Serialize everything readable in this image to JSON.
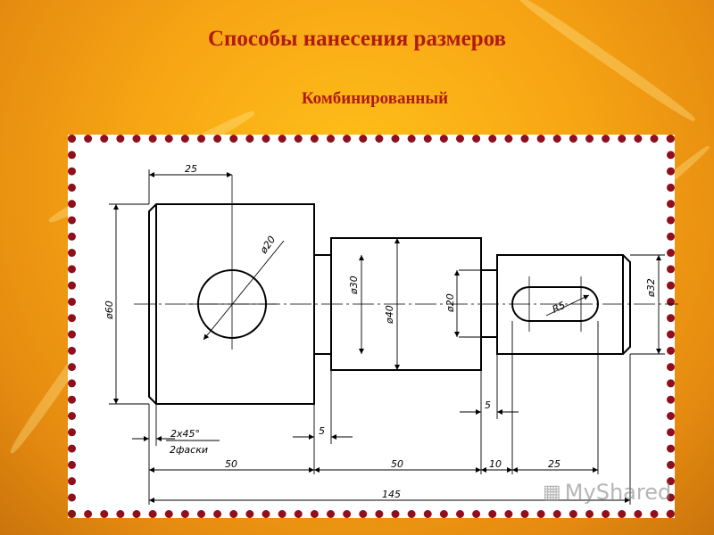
{
  "header": {
    "title": "Способы нанесения размеров",
    "subtitle": "Комбинированный"
  },
  "drawing": {
    "dims": {
      "d60": "ø60",
      "l25": "25",
      "d20_hole": "ø20",
      "d30": "ø30",
      "d40": "ø40",
      "d20_shaft": "ø20",
      "d32": "ø32",
      "r5": "R5",
      "chamfer_line1": "2x45°",
      "chamfer_line2": "2фаски",
      "gap5_left": "5",
      "gap5_right": "5",
      "len50_a": "50",
      "len50_b": "50",
      "len10": "10",
      "len25_slot": "25",
      "len145": "145"
    }
  },
  "watermark": {
    "text": "MyShared"
  },
  "colors": {
    "title": "#b01c14",
    "frame_dots": "#8e0f1e",
    "background": "#f7a514"
  }
}
